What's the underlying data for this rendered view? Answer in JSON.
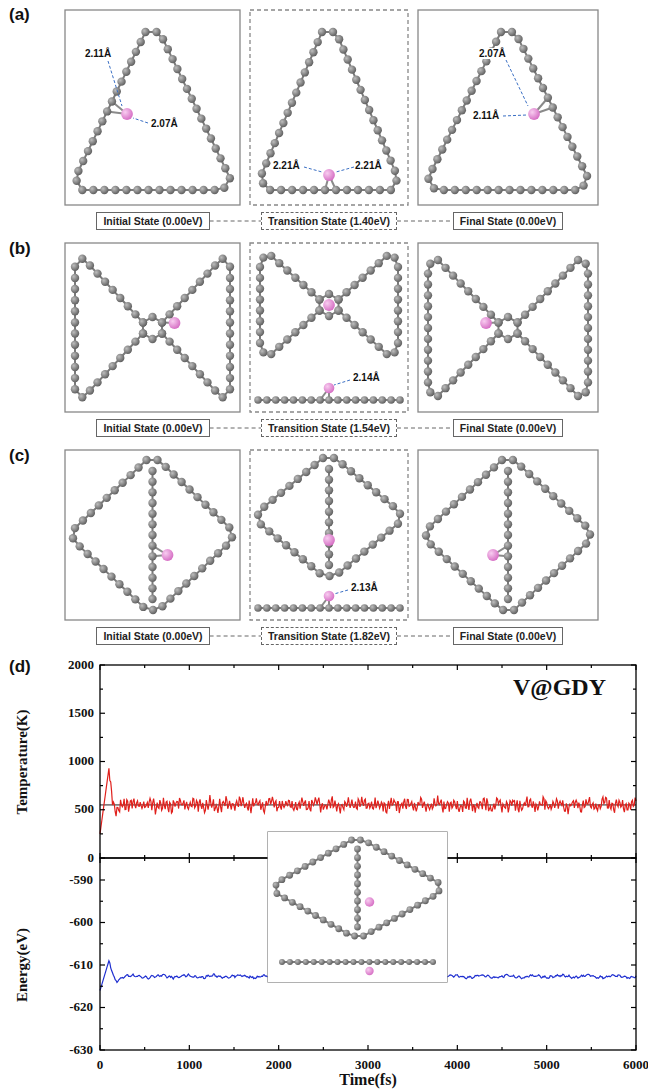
{
  "diagram": {
    "nodes": [
      {
        "text": [
          "Initial State (0.00eV)"
        ]
      },
      {
        "text": [
          "Transition State (1.40eV)"
        ]
      },
      {
        "text": [
          "Final State (0.00eV)"
        ]
      },
      {
        "text": [
          "Initial State (0.00eV)"
        ]
      },
      {
        "text": [
          "Transition State (1.54eV)"
        ]
      },
      {
        "text": [
          "Final State (0.00eV)"
        ]
      },
      {
        "text": [
          "Initial State (0.00eV)"
        ]
      },
      {
        "text": [
          "Transition State (1.82eV)"
        ]
      },
      {
        "text": [
          "Final State (0.00eV)"
        ]
      }
    ],
    "edges": [
      {
        "from": 0,
        "to": 1,
        "arrow": "none"
      },
      {
        "from": 1,
        "to": 2,
        "arrow": "none"
      },
      {
        "from": 3,
        "to": 4,
        "arrow": "none"
      },
      {
        "from": 4,
        "to": 5,
        "arrow": "none"
      },
      {
        "from": 6,
        "to": 7,
        "arrow": "none"
      },
      {
        "from": 7,
        "to": 8,
        "arrow": "none"
      }
    ],
    "labels": [
      "(a)",
      "2.11Å",
      "2.07Å",
      "2.21Å",
      "2.21Å",
      "2.07Å",
      "2.11Å",
      "(b)",
      "2.14Å",
      "(c)",
      "2.13Å",
      "(d)",
      "V@GDY",
      "Temperature(K)",
      "2000",
      "1500",
      "1000",
      "500",
      "0",
      "Energy(eV)",
      "-590",
      "-600",
      "-610",
      "-620",
      "-630",
      "0",
      "1000",
      "2000",
      "3000",
      "4000",
      "5000",
      "6000",
      "Time(fs)"
    ]
  }
}
